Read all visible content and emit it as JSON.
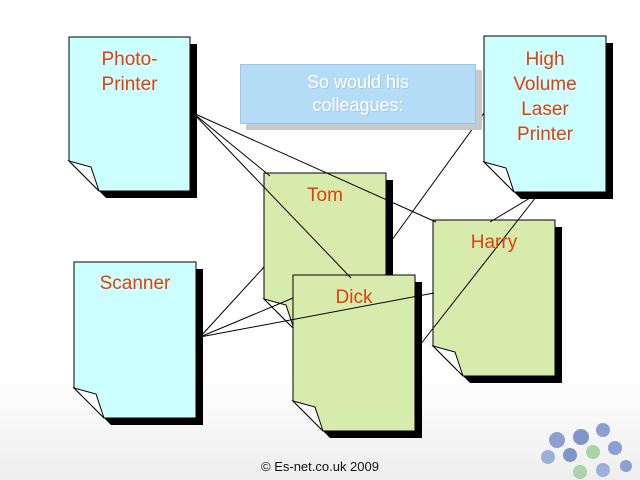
{
  "callout": {
    "line1": "So would his",
    "line2": "colleagues:"
  },
  "devices": {
    "photo_printer": {
      "line1": "Photo-",
      "line2": "Printer"
    },
    "hv_laser": {
      "line1": "High",
      "line2": "Volume",
      "line3": "Laser",
      "line4": "Printer"
    },
    "scanner": {
      "line1": "Scanner"
    }
  },
  "people": {
    "tom": "Tom",
    "harry": "Harry",
    "dick": "Dick"
  },
  "footer": "© Es-net.co.uk 2009",
  "colors": {
    "device_fill": "#ccffff",
    "person_fill": "#d6ebac",
    "label_text": "#e0400c",
    "callout_fill": "#b5dcf7",
    "callout_text": "#ffffff",
    "shadow": "#000000",
    "decor_dot": "#7e96c8",
    "decor_dot_green": "#a8d4a8"
  },
  "connections": [
    [
      "photo_printer",
      "tom"
    ],
    [
      "photo_printer",
      "dick"
    ],
    [
      "photo_printer",
      "harry"
    ],
    [
      "scanner",
      "tom"
    ],
    [
      "scanner",
      "dick"
    ],
    [
      "scanner",
      "harry"
    ],
    [
      "hv_laser",
      "tom"
    ],
    [
      "hv_laser",
      "harry"
    ],
    [
      "hv_laser",
      "dick"
    ]
  ]
}
